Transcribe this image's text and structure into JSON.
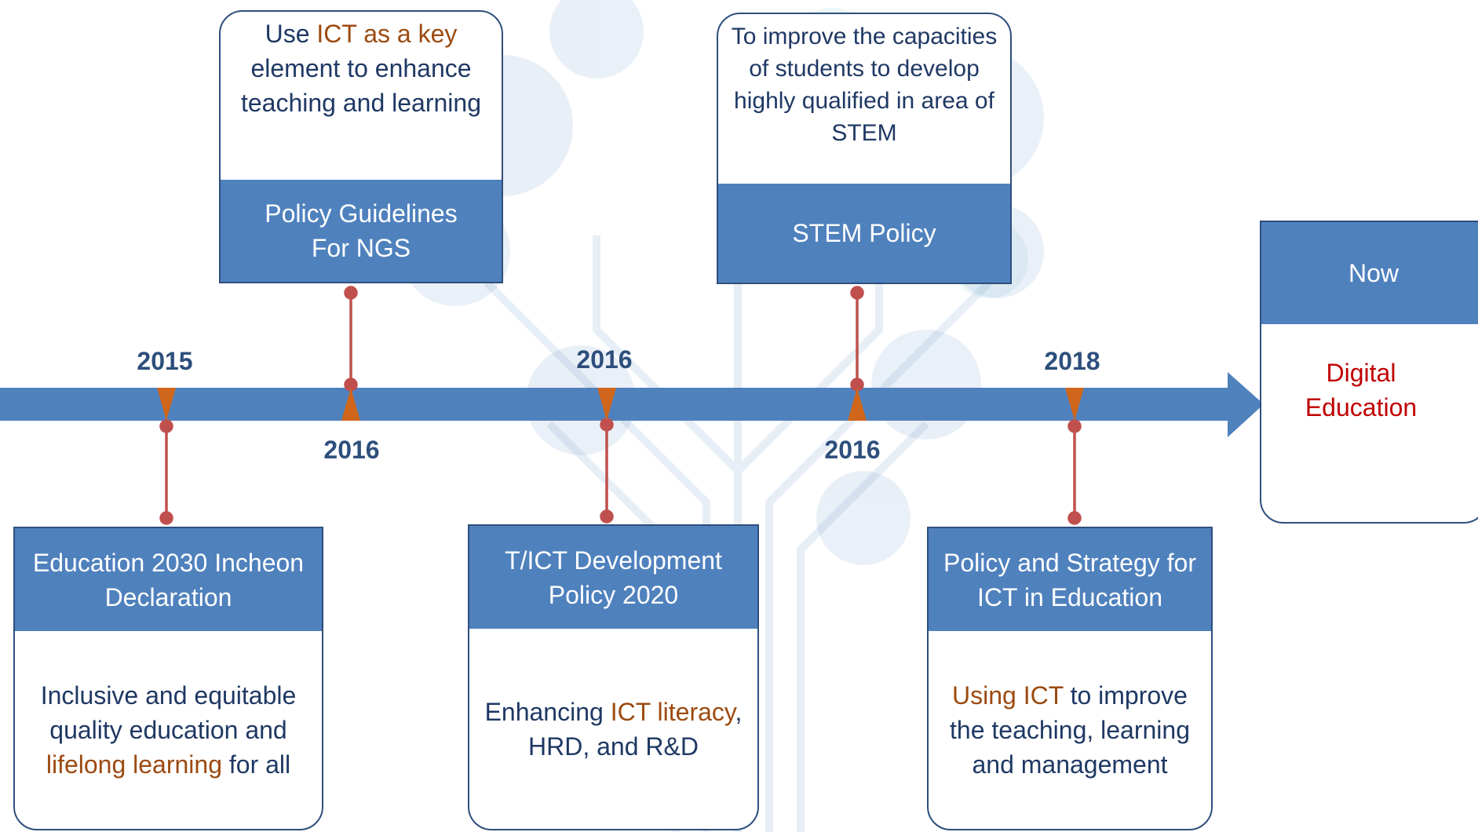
{
  "years": {
    "y_2015": "2015",
    "y_2016_ngs": "2016",
    "y_2016_tict": "2016",
    "y_2016_stem": "2016",
    "y_2018": "2018"
  },
  "cards": {
    "incheon": {
      "title": "Education 2030 Incheon Declaration",
      "desc_1": "Inclusive and equitable quality education and ",
      "desc_hl": "lifelong learning",
      "desc_2": " for all"
    },
    "ngs": {
      "title": "Policy Guidelines For NGS",
      "desc_1": "Use ",
      "desc_hl": "ICT as a key",
      "desc_2": " element to enhance teaching and learning"
    },
    "tict": {
      "title": "T/ICT Development Policy 2020",
      "desc_1": "Enhancing ",
      "desc_hl": "ICT literacy",
      "desc_2": ", HRD, and R&D"
    },
    "stem": {
      "title": "STEM Policy",
      "desc": "To improve the capacities of students to develop highly qualified in area of STEM"
    },
    "ict_edu": {
      "title": "Policy and Strategy for ICT in Education",
      "desc_hl": "Using ICT",
      "desc_2": " to improve the teaching, learning and management"
    },
    "now": {
      "title": "Now",
      "desc": "Digital Education"
    }
  },
  "colors": {
    "header_blue": "#4f81bd",
    "arrow_blue": "#4f81bd",
    "border_navy": "#2e4f7c",
    "text_navy": "#1f3864",
    "highlight_brown": "#9c4a10",
    "connector_red": "#c0504d",
    "marker_orange": "#d0661c",
    "now_red": "#c00000"
  }
}
